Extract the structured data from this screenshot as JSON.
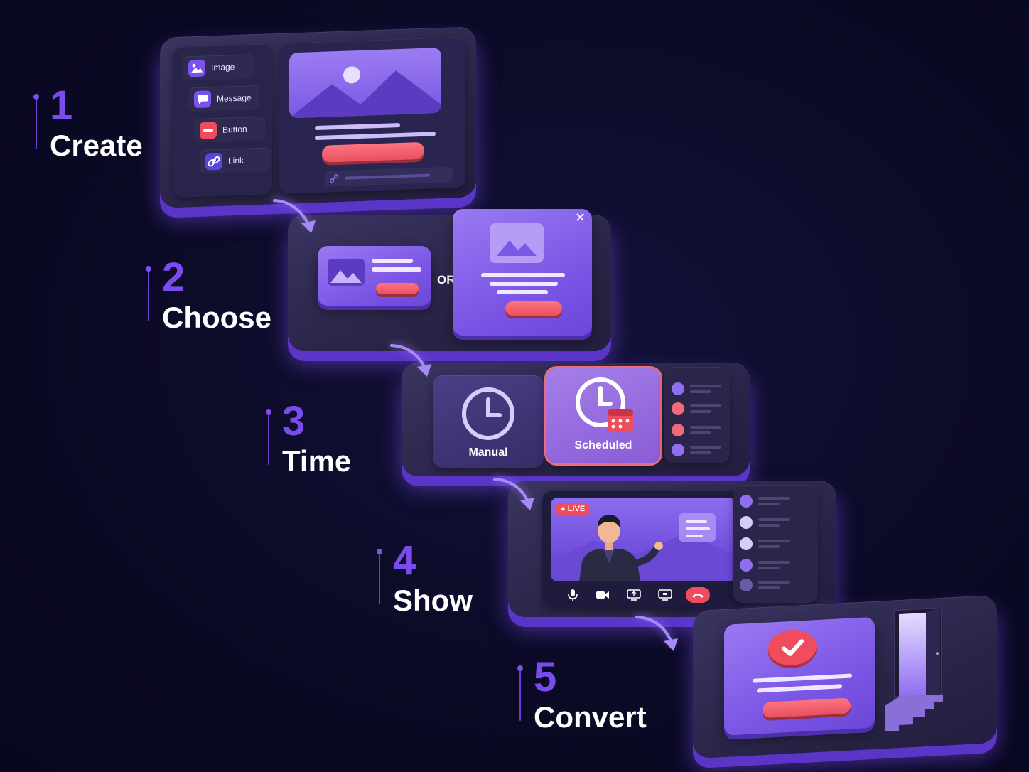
{
  "steps": [
    {
      "number": "1",
      "title": "Create"
    },
    {
      "number": "2",
      "title": "Choose"
    },
    {
      "number": "3",
      "title": "Time"
    },
    {
      "number": "4",
      "title": "Show"
    },
    {
      "number": "5",
      "title": "Convert"
    }
  ],
  "create": {
    "tools": [
      {
        "label": "Image",
        "icon": "image-icon"
      },
      {
        "label": "Message",
        "icon": "message-icon"
      },
      {
        "label": "Button",
        "icon": "button-icon"
      },
      {
        "label": "Link",
        "icon": "link-icon"
      }
    ]
  },
  "choose": {
    "or_label": "OR",
    "close_icon": "close-icon"
  },
  "time": {
    "manual_label": "Manual",
    "scheduled_label": "Scheduled"
  },
  "show": {
    "live_label": "LIVE",
    "controls": [
      "mic-icon",
      "camera-icon",
      "share-screen-icon",
      "screen-icon",
      "hang-up-icon"
    ]
  },
  "colors": {
    "accent": "#7a4cf0",
    "cta": "#ef4d5e",
    "background": "#0b0a26"
  }
}
